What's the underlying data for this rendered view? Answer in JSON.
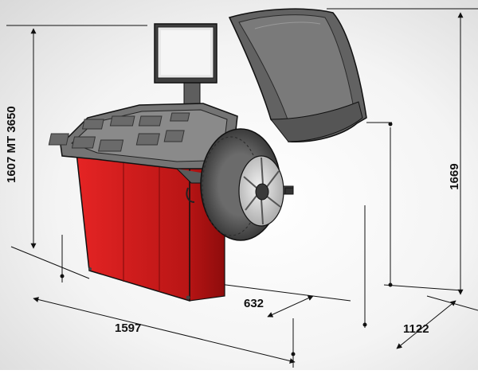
{
  "dimensions": {
    "width": "1597",
    "depth": "632",
    "depth_wide": "1122",
    "height_left": "1607 MT 3650",
    "height_right": "1669"
  },
  "colors": {
    "cabinet_red": "#d81e1e",
    "cabinet_dark_red": "#a71212",
    "top_grey": "#6e6e6e",
    "hood_grey": "#5f5f5f",
    "line": "#111111"
  }
}
